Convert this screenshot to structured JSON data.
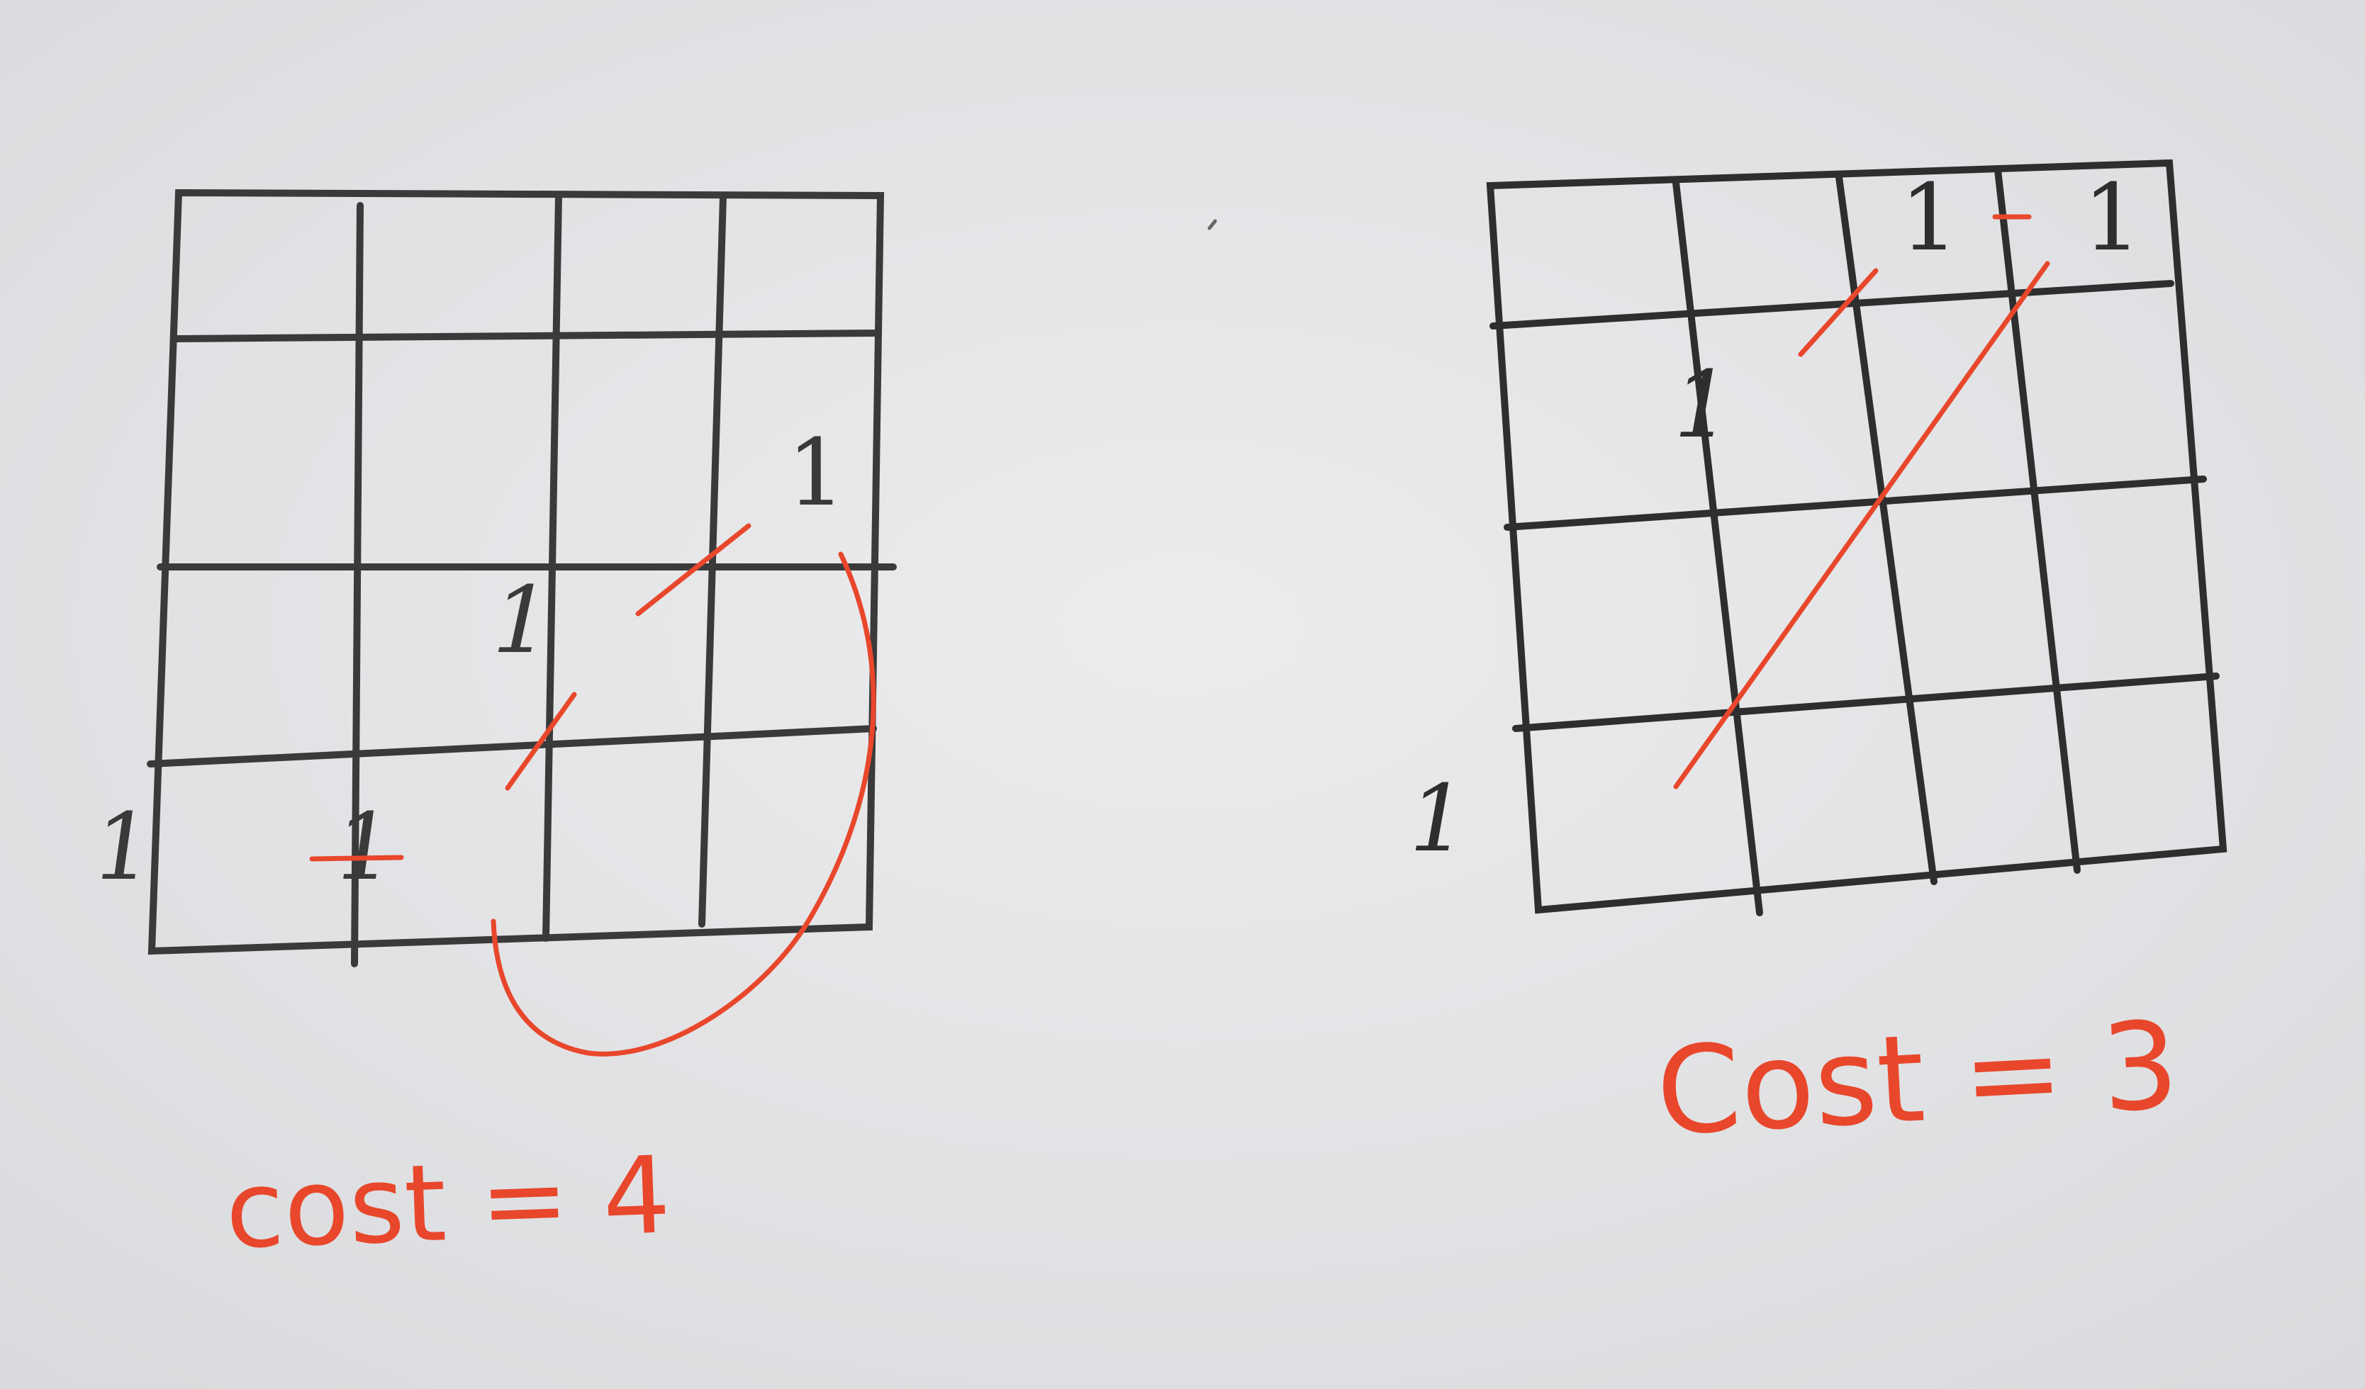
{
  "scene": {
    "paper_color": "#e6e7e9",
    "ink_color": "#3a3a3a",
    "pen_color": "#e8472c"
  },
  "left_grid": {
    "cells": [
      "1",
      "1",
      "1",
      "1"
    ],
    "cost_label": "cost = 4"
  },
  "right_grid": {
    "cells": [
      "1",
      "1",
      "1",
      "1"
    ],
    "cost_label": "Cost = 3"
  }
}
